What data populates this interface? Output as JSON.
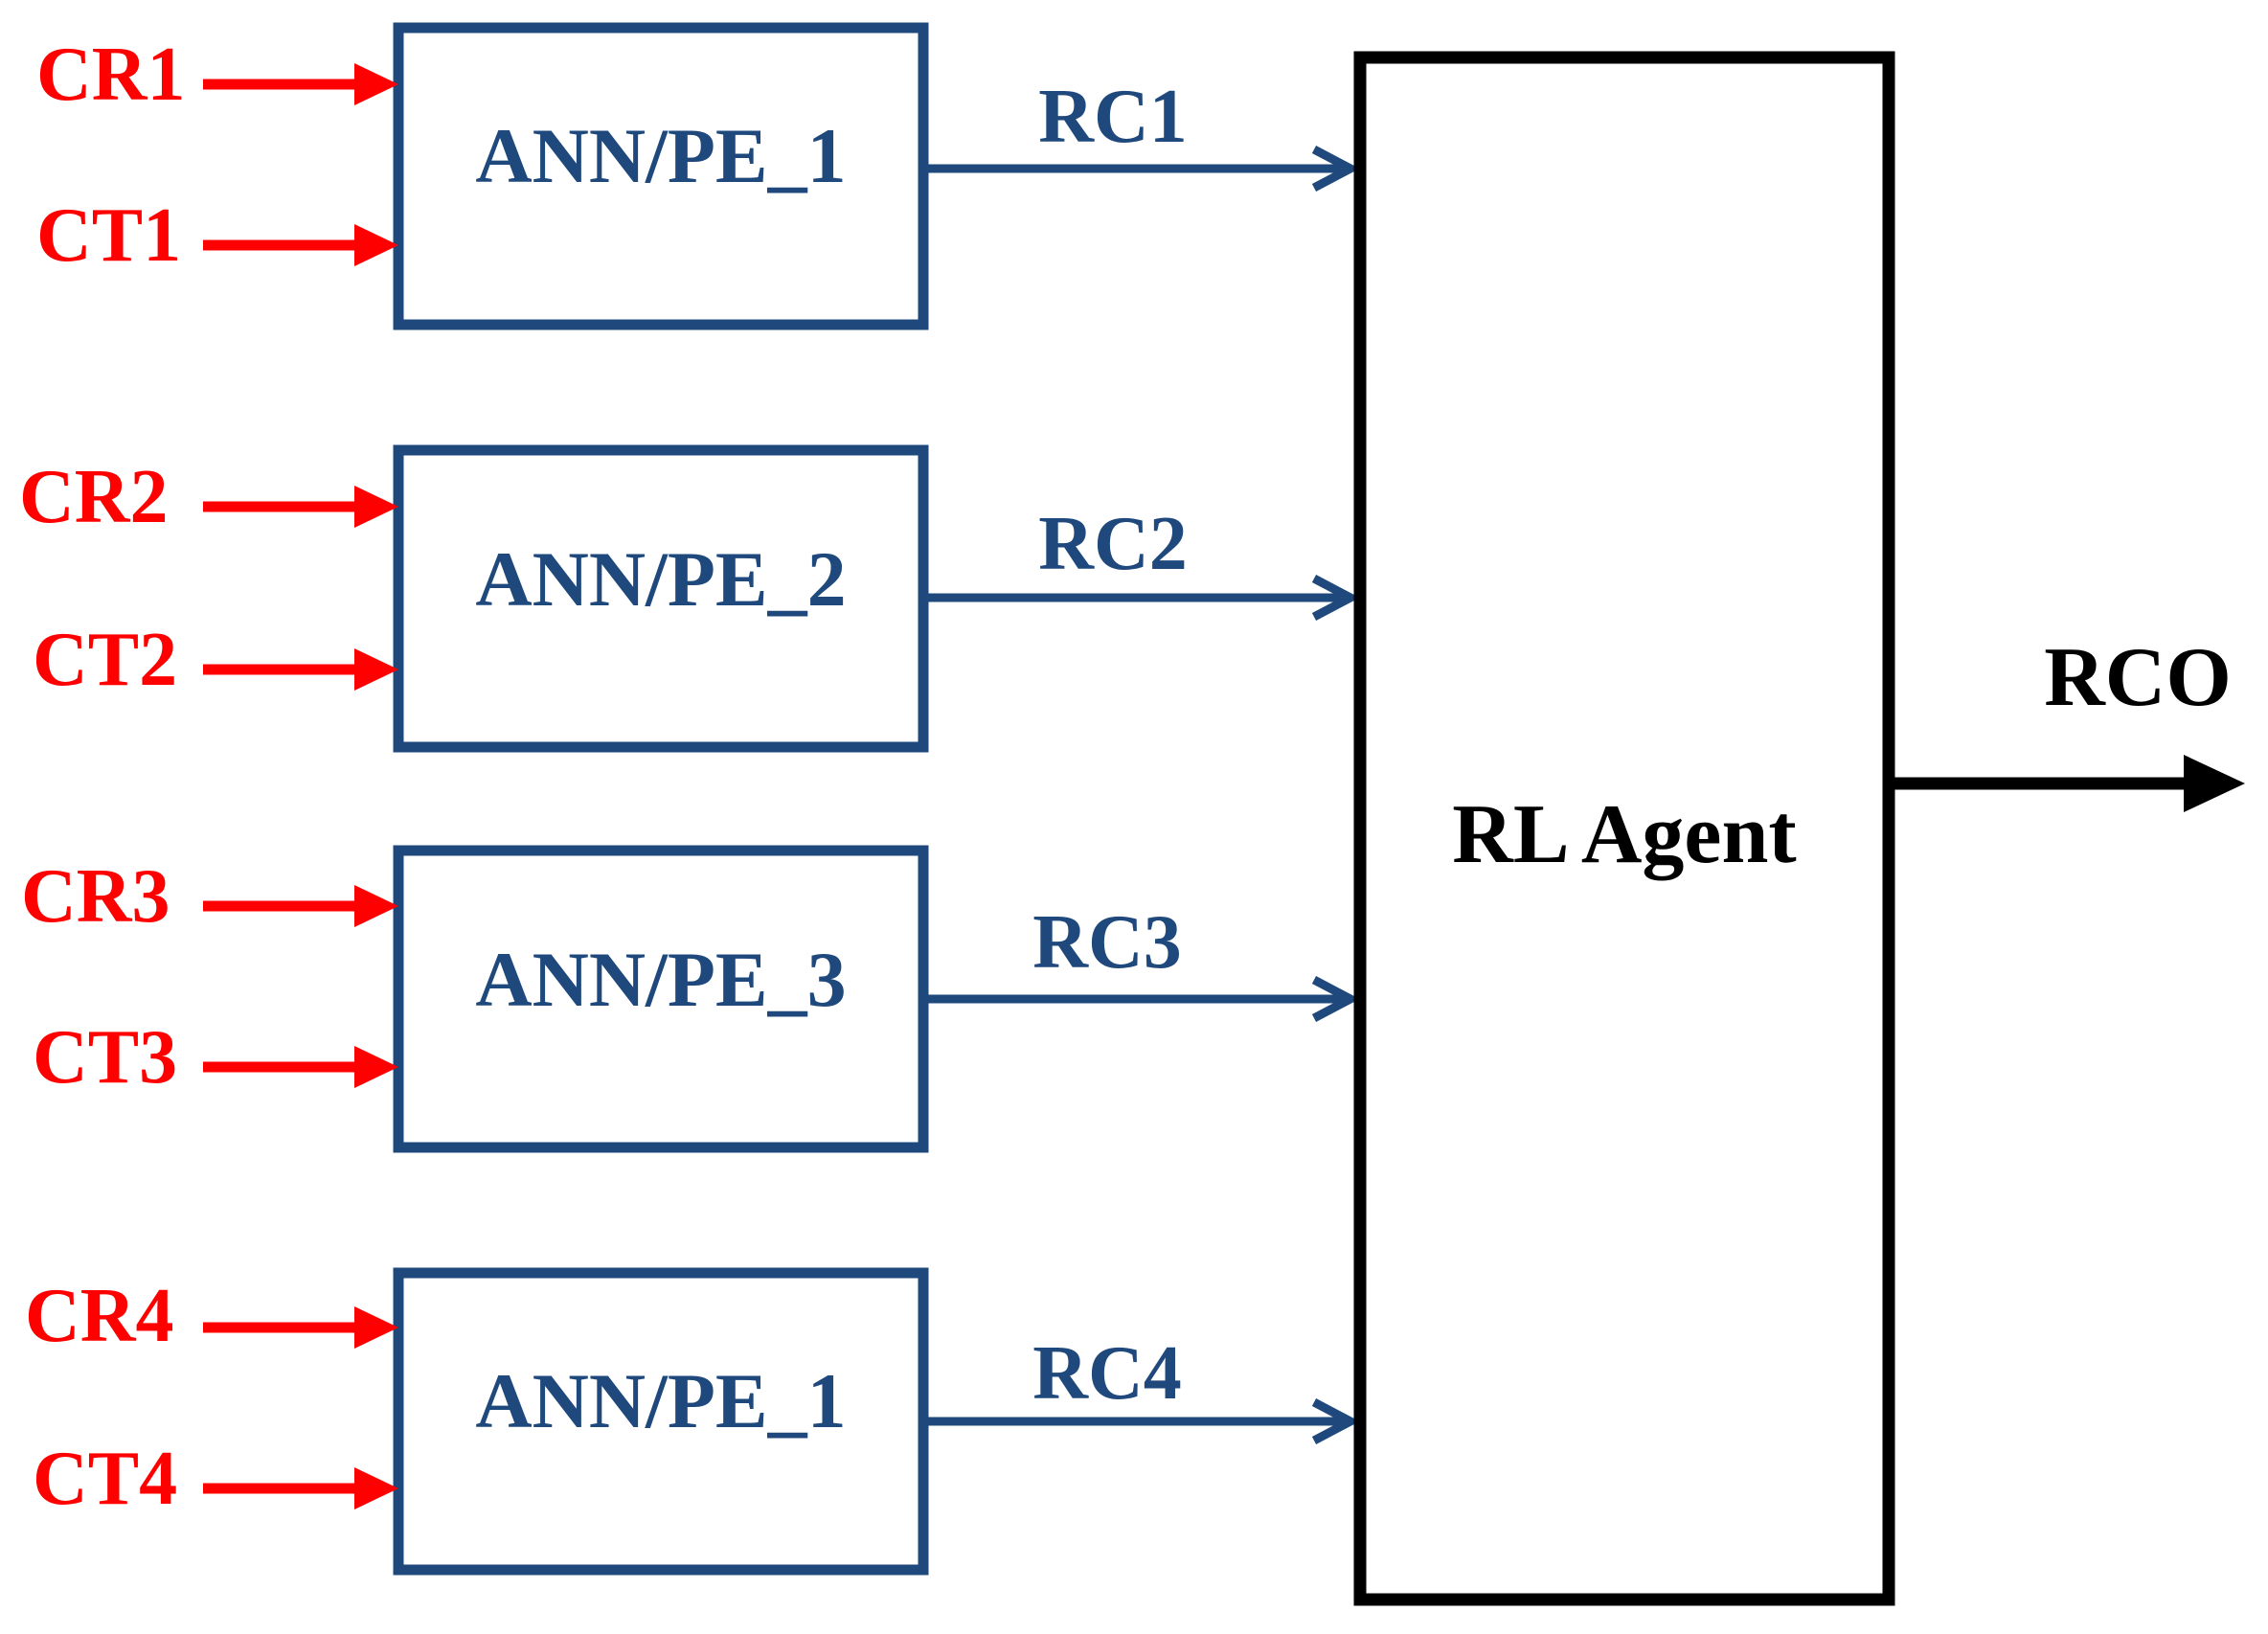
{
  "colors": {
    "input": "#ff0000",
    "module": "#1f497d",
    "agent": "#000000"
  },
  "modules": [
    {
      "label": "ANN/PE_1",
      "inputs": [
        "CR1",
        "CT1"
      ],
      "output": "RC1"
    },
    {
      "label": "ANN/PE_2",
      "inputs": [
        "CR2",
        "CT2"
      ],
      "output": "RC2"
    },
    {
      "label": "ANN/PE_3",
      "inputs": [
        "CR3",
        "CT3"
      ],
      "output": "RC3"
    },
    {
      "label": "ANN/PE_1",
      "inputs": [
        "CR4",
        "CT4"
      ],
      "output": "RC4"
    }
  ],
  "agent": {
    "label": "RL Agent"
  },
  "output": {
    "label": "RCO"
  }
}
